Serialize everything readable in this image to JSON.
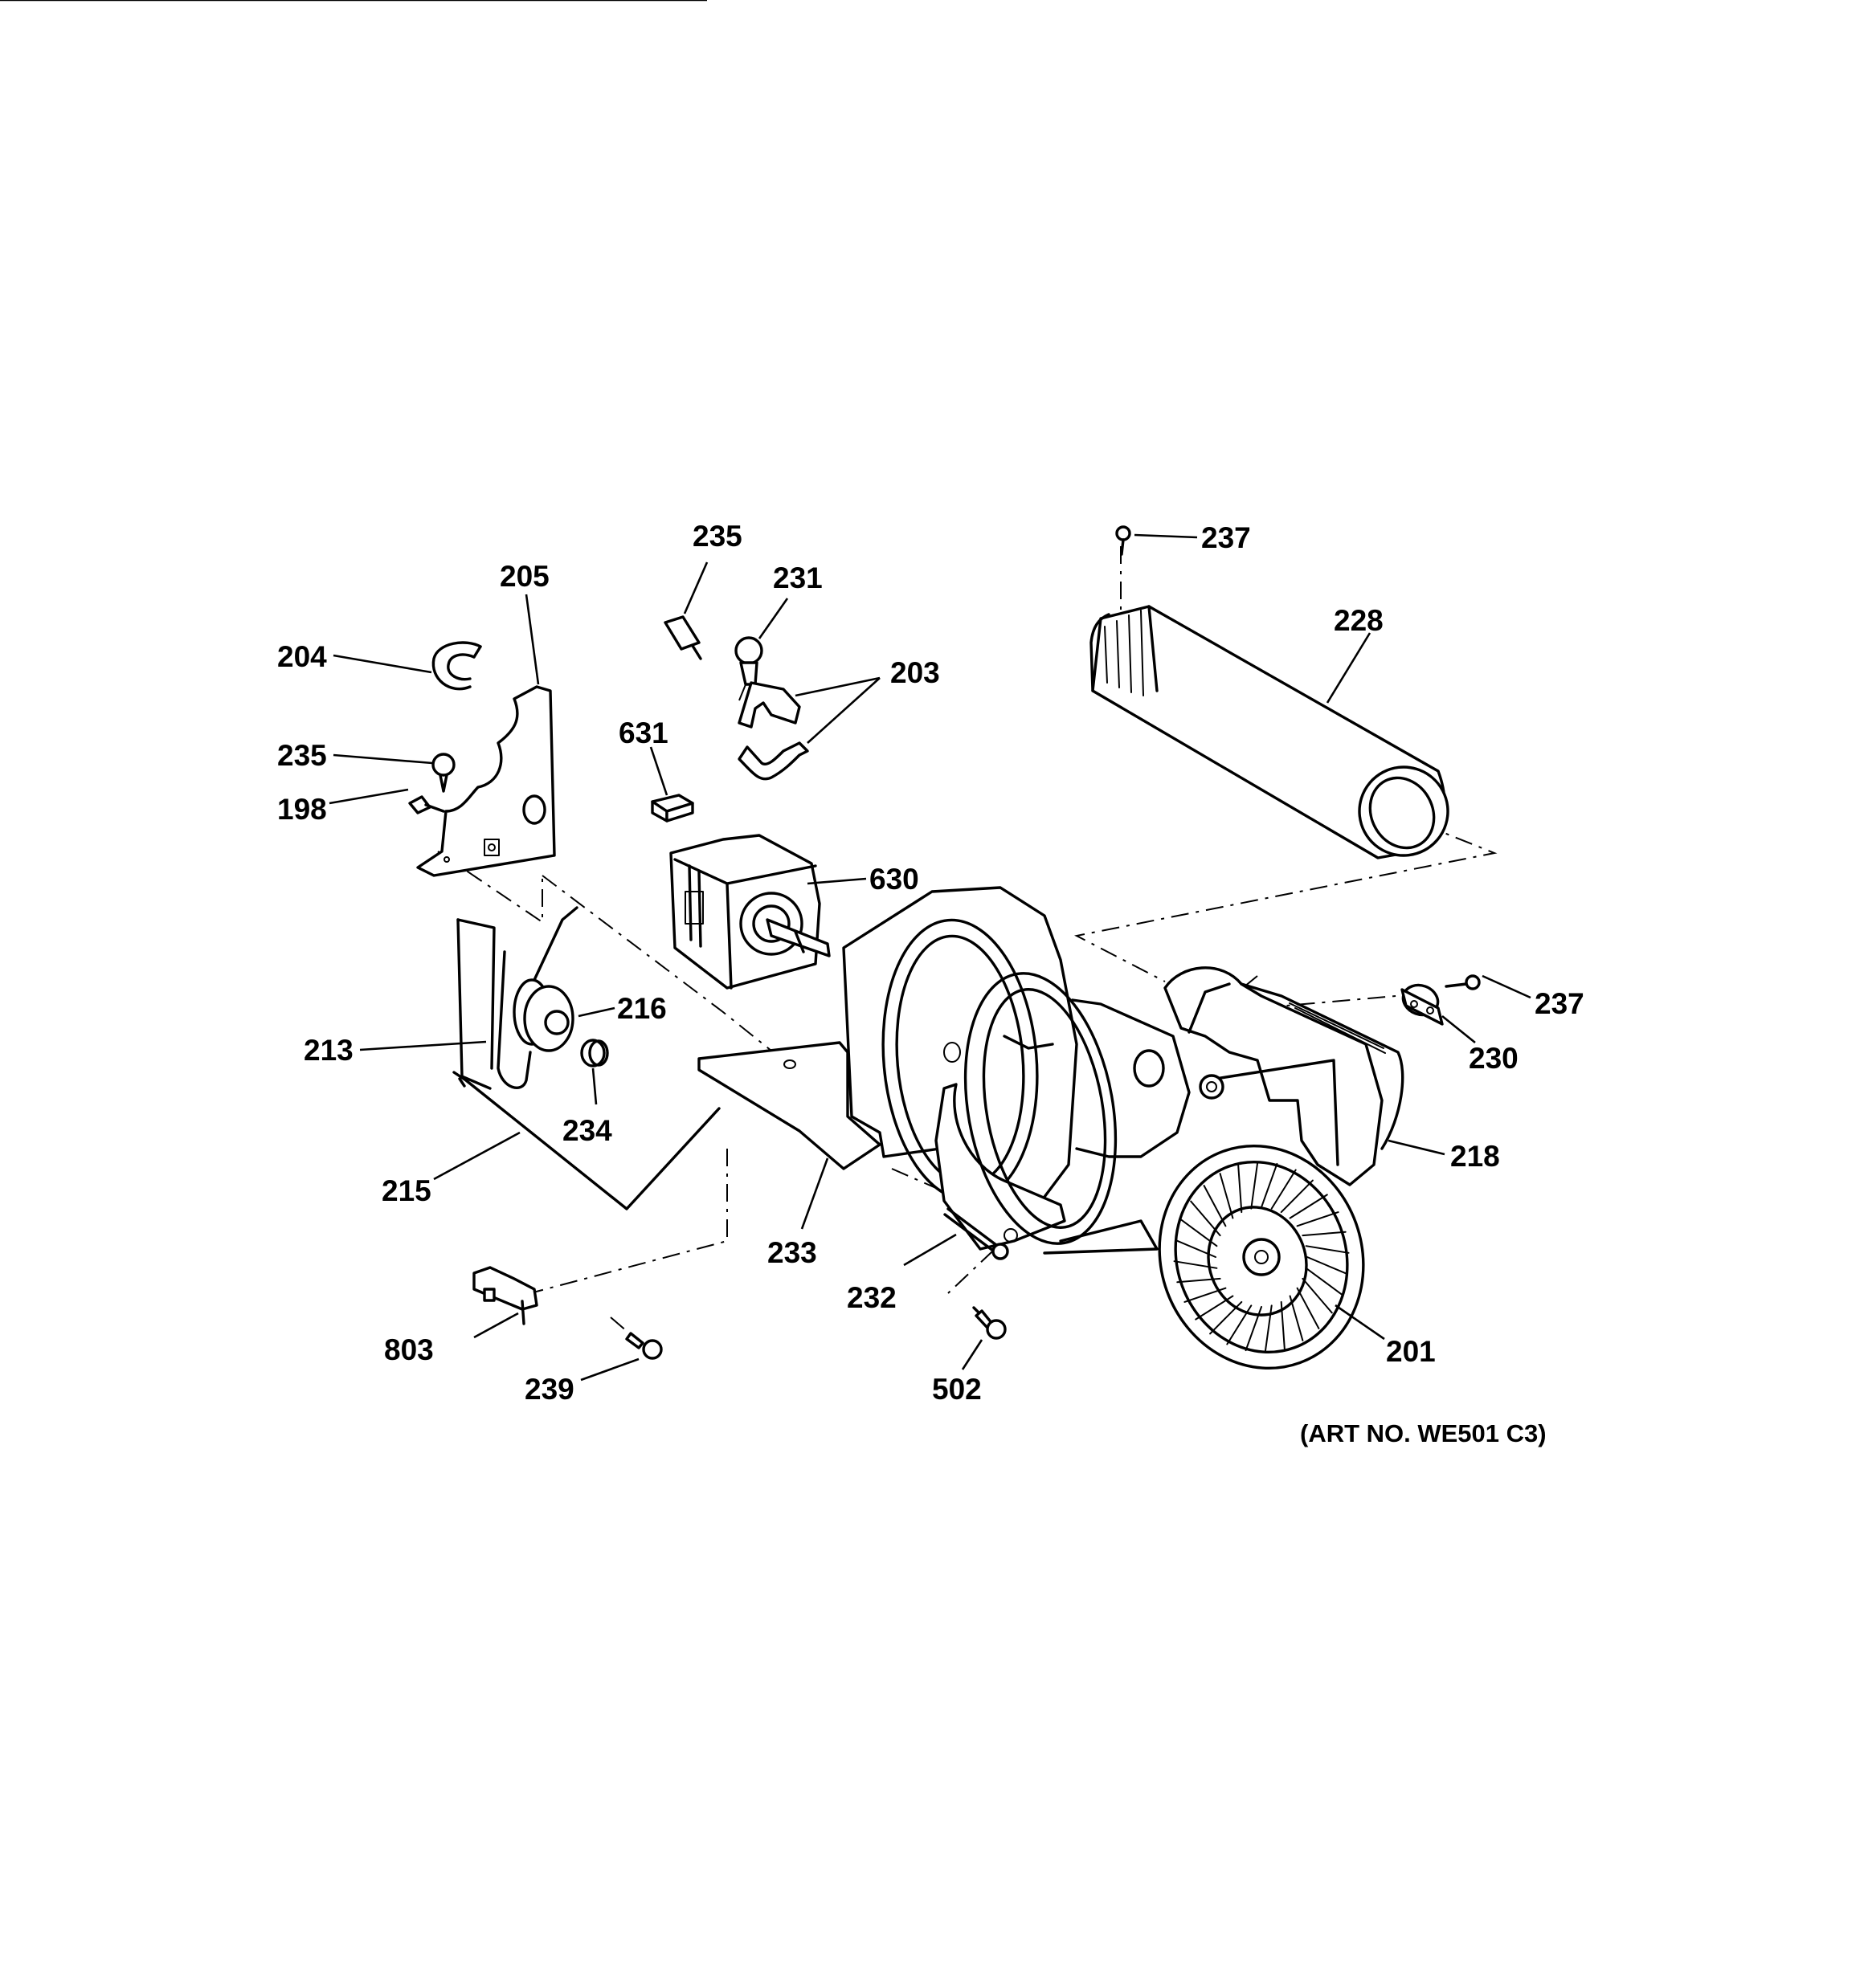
{
  "diagram": {
    "art_number": "(ART NO. WE501 C3)",
    "parts": {
      "p237_top": "237",
      "p228": "228",
      "p235_top": "235",
      "p231": "231",
      "p203": "203",
      "p205": "205",
      "p204": "204",
      "p235_left": "235",
      "p198": "198",
      "p631": "631",
      "p630": "630",
      "p216": "216",
      "p213": "213",
      "p234": "234",
      "p215": "215",
      "p233": "233",
      "p232": "232",
      "p502": "502",
      "p803": "803",
      "p239": "239",
      "p218": "218",
      "p201": "201",
      "p237_right": "237",
      "p230": "230"
    }
  }
}
